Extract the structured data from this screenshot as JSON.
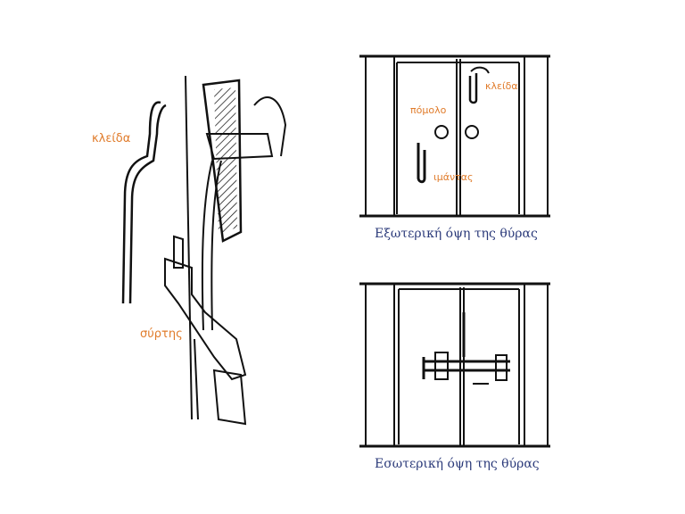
{
  "left_figure": {
    "key_label": "κλείδα",
    "bolt_label": "σύρτης"
  },
  "exterior": {
    "key_label": "κλείδα",
    "knob_label": "πόμολο",
    "strap_label": "ιμάντας",
    "caption": "Εξωτερική όψη της θύρας"
  },
  "interior": {
    "caption": "Εσωτερική όψη της θύρας"
  },
  "colors": {
    "label": "#e07b2a",
    "caption": "#2b3a7a",
    "ink": "#111111"
  }
}
